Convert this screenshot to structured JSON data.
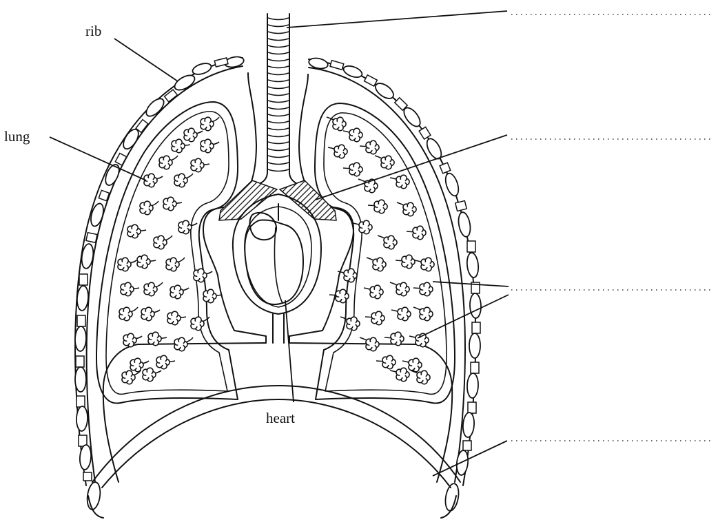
{
  "labels": {
    "rib": "rib",
    "lung": "lung",
    "heart": "heart"
  },
  "answer_blanks": [
    "",
    "",
    "",
    ""
  ]
}
